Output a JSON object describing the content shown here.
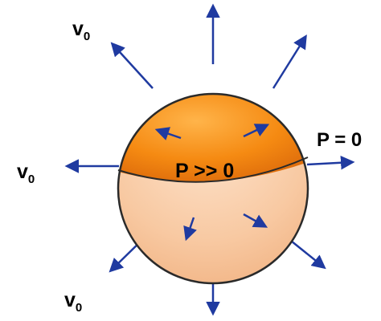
{
  "labels": {
    "velocity_top_left": "v",
    "velocity_top_left_sub": "0",
    "velocity_left": "v",
    "velocity_left_sub": "0",
    "velocity_bottom_left": "v",
    "velocity_bottom_left_sub": "0",
    "pressure_outside": "P = 0",
    "pressure_inside": "P >> 0"
  },
  "colors": {
    "upper_hemisphere": "#f2820f",
    "lower_hemisphere": "#f7c197",
    "outline": "#2a2a2a",
    "arrows": "#1f3aa0",
    "text": "#000000"
  }
}
